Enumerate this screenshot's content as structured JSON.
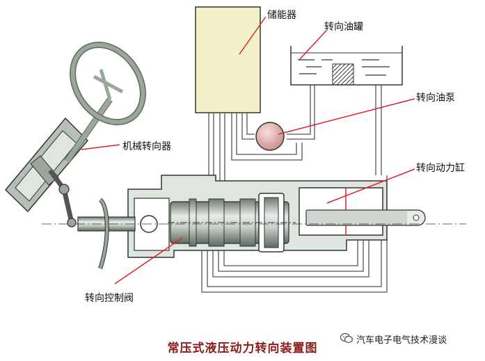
{
  "diagram": {
    "title": "常压式液压动力转向装置图",
    "labels": {
      "accumulator": "储能器",
      "reservoir": "转向油罐",
      "pump": "转向油泵",
      "gear": "机械转向器",
      "cylinder": "转向动力缸",
      "valve": "转向控制阀"
    },
    "watermark": "汽车电子电气技术漫谈"
  },
  "colors": {
    "steel": "#9aa79a",
    "frame": "#5d6b5d",
    "accumulator_fill": "#f3f1c8",
    "pump_fill": "#e8b4b4",
    "leader_line": "#e0202a",
    "title_color": "#8b1a1a"
  }
}
